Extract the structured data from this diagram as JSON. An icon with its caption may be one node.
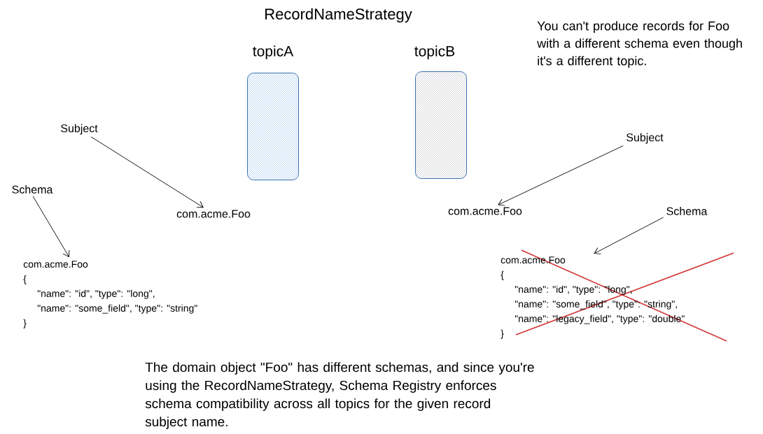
{
  "diagram": {
    "title": "RecordNameStrategy",
    "nodes": [
      {
        "text": [
          "topicA"
        ]
      },
      {
        "text": [
          "topicB"
        ]
      },
      {
        "text": [
          "Subject"
        ]
      },
      {
        "text": [
          "com.acme.Foo"
        ]
      },
      {
        "text": [
          "Schema"
        ]
      },
      {
        "text": [
          "com.acme.Foo",
          "{",
          "\"name\": \"id\", \"type\": \"long\",",
          "\"name\": \"some_field\", \"type\": \"string\"",
          "}"
        ]
      },
      {
        "text": [
          "Subject"
        ]
      },
      {
        "text": [
          "com.acme.Foo"
        ]
      },
      {
        "text": [
          "Schema"
        ]
      },
      {
        "text": [
          "com.acme.Foo",
          "{",
          "\"name\": \"id\", \"type\": \"long\",",
          "\"name\": \"some_field\", \"type\": \"string\",",
          "\"name\": \"legacy_field\", \"type\": \"double\"",
          "}"
        ]
      }
    ],
    "edges": [
      {
        "from": 2,
        "to": 3,
        "arrow": "to"
      },
      {
        "from": 4,
        "to": 5,
        "arrow": "to"
      },
      {
        "from": 6,
        "to": 7,
        "arrow": "to"
      },
      {
        "from": 8,
        "to": 9,
        "arrow": "to"
      }
    ],
    "labels": [
      "You can't produce records for Foo with a different schema even though it's a different topic.",
      "The domain object \"Foo\" has different schemas, and since you're using the RecordNameStrategy, Schema Registry enforces schema compatibility across all topics for the given record subject name."
    ]
  }
}
